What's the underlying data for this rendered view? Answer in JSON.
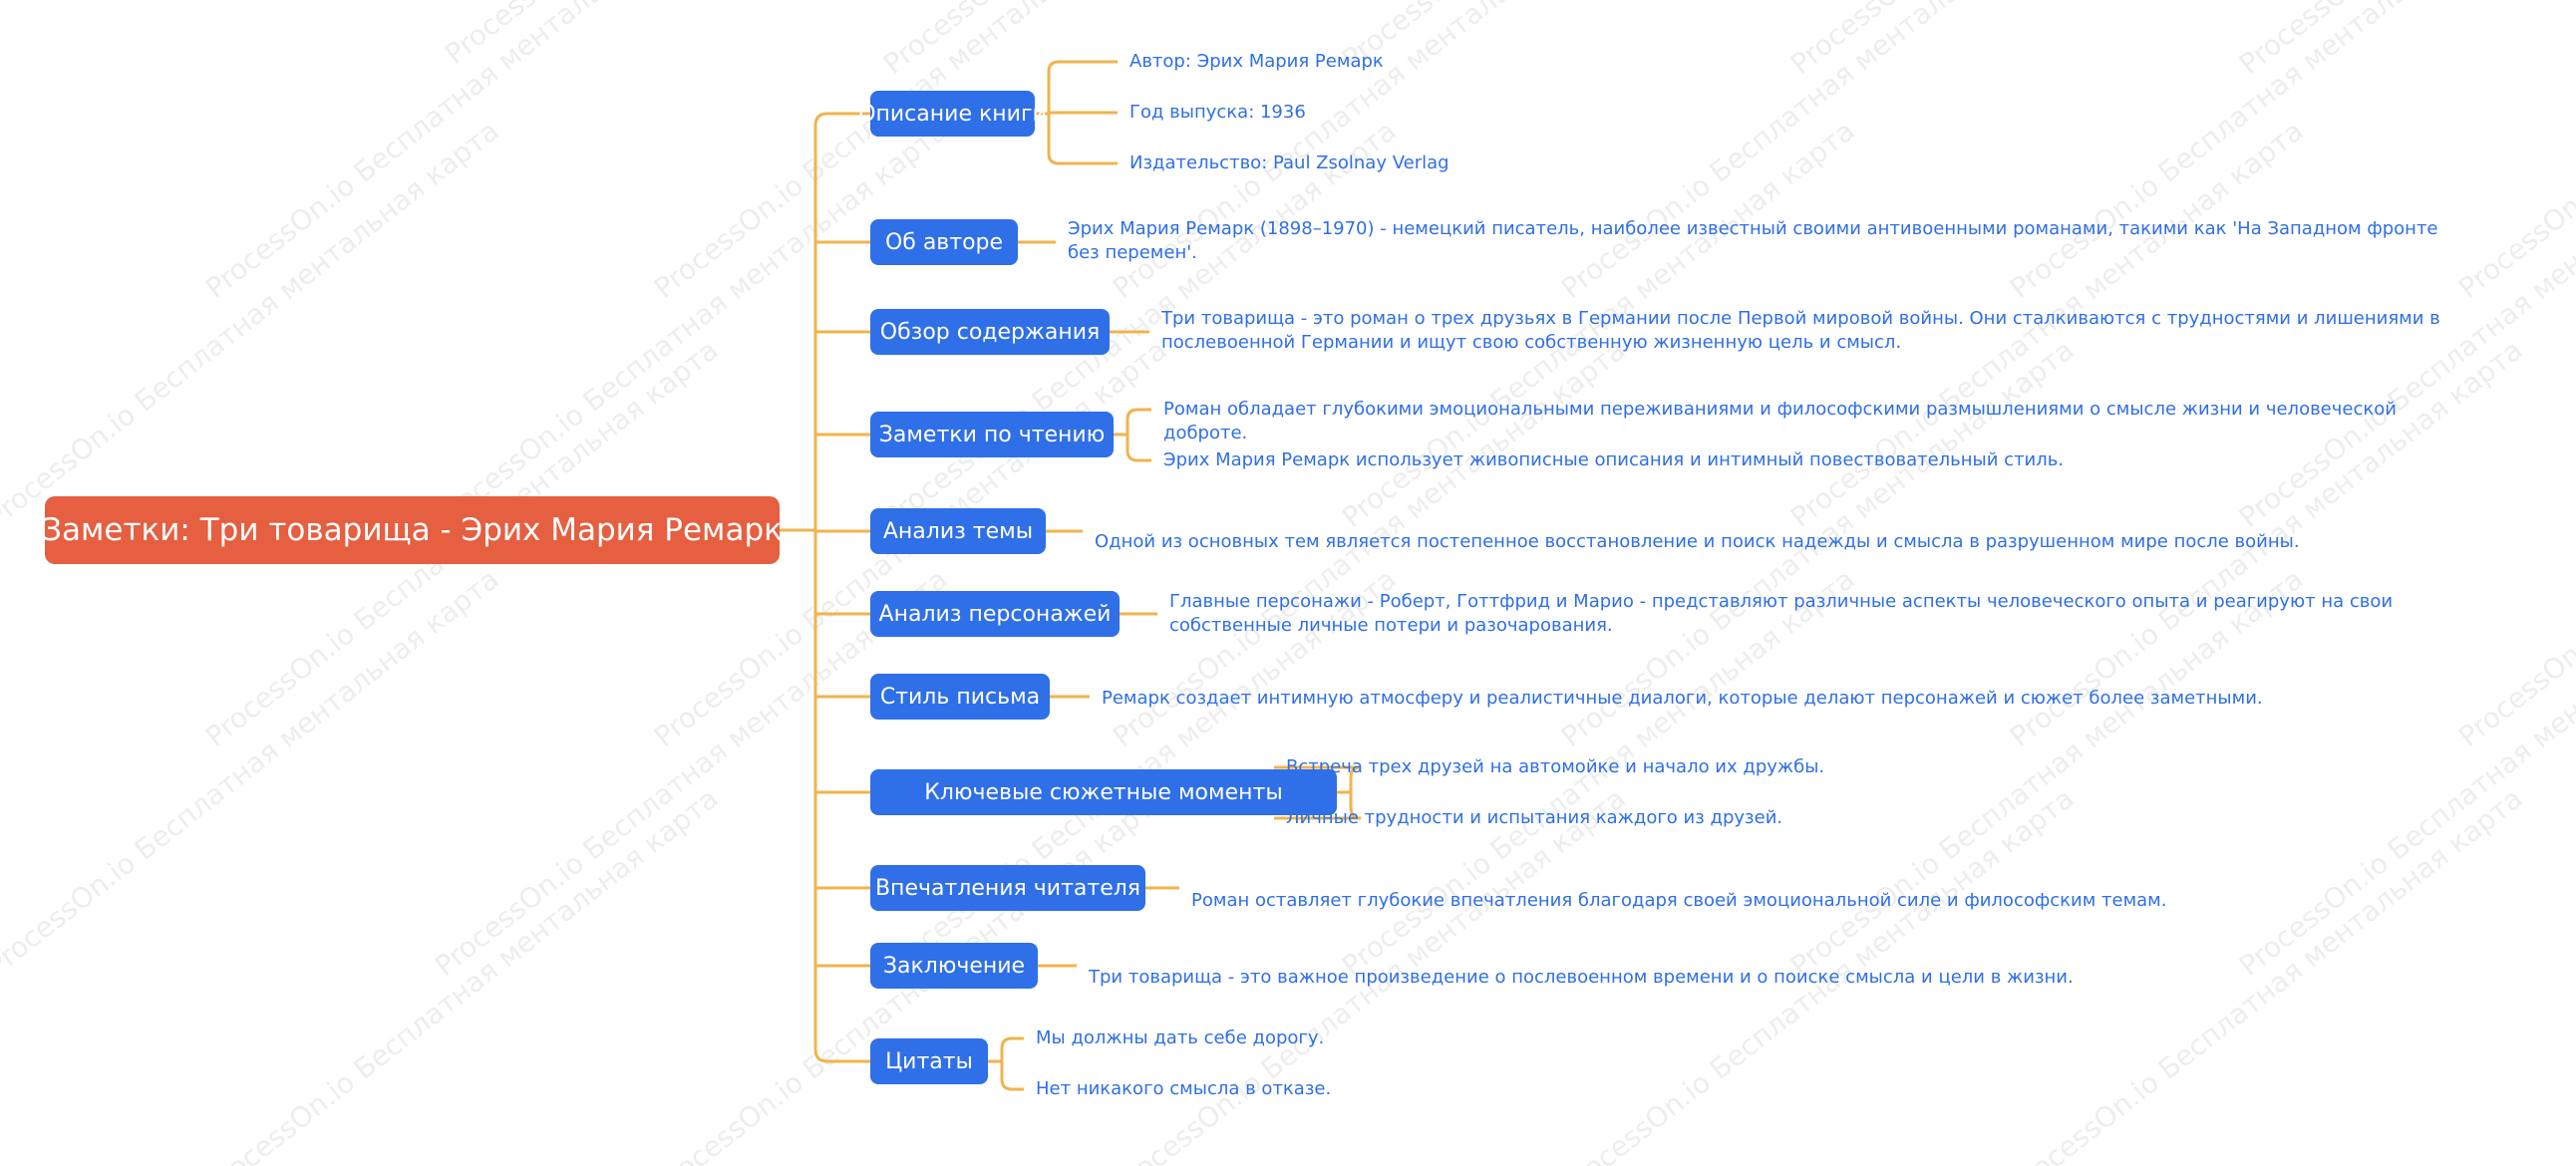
{
  "colors": {
    "root": "#E55F40",
    "branch": "#2F6FE8",
    "connector": "#F0B44C",
    "leaf_text": "#2F6FE8"
  },
  "watermark": "ProcessOn.io Бесплатная ментальная карта",
  "root": {
    "label": "Заметки: Три товарища - Эрих Мария Ремарк"
  },
  "branches": [
    {
      "label": "Описание книги",
      "leaves": [
        "Автор: Эрих Мария Ремарк",
        "Год выпуска: 1936",
        "Издательство: Paul Zsolnay Verlag"
      ]
    },
    {
      "label": "Об авторе",
      "leaves": [
        "Эрих Мария Ремарк (1898–1970) - немецкий писатель, наиболее известный своими антивоенными романами, такими как 'На Западном фронте без перемен'."
      ]
    },
    {
      "label": "Обзор содержания",
      "leaves": [
        "Три товарища - это роман о трех друзьях в Германии после Первой мировой войны. Они сталкиваются с трудностями и лишениями в послевоенной Германии и ищут свою собственную жизненную цель и смысл."
      ]
    },
    {
      "label": "Заметки по чтению",
      "leaves": [
        "Роман обладает глубокими эмоциональными переживаниями и философскими размышлениями о смысле жизни и человеческой доброте.",
        "Эрих Мария Ремарк использует живописные описания и интимный повествовательный стиль."
      ]
    },
    {
      "label": "Анализ темы",
      "leaves": [
        "Одной из основных тем является постепенное восстановление и поиск надежды и смысла в разрушенном мире после войны."
      ]
    },
    {
      "label": "Анализ персонажей",
      "leaves": [
        "Главные персонажи - Роберт, Готтфрид и Марио - представляют различные аспекты человеческого опыта и реагируют на свои собственные личные потери и разочарования."
      ]
    },
    {
      "label": "Стиль письма",
      "leaves": [
        "Ремарк создает интимную атмосферу и реалистичные диалоги, которые делают персонажей и сюжет более заметными."
      ]
    },
    {
      "label": "Ключевые сюжетные моменты",
      "leaves": [
        "Встреча трех друзей на автомойке и начало их дружбы.",
        "Личные трудности и испытания каждого из друзей."
      ]
    },
    {
      "label": "Впечатления читателя",
      "leaves": [
        "Роман оставляет глубокие впечатления благодаря своей эмоциональной силе и философским темам."
      ]
    },
    {
      "label": "Заключение",
      "leaves": [
        "Три товарища - это важное произведение о послевоенном времени и о поиске смысла и цели в жизни."
      ]
    },
    {
      "label": "Цитаты",
      "leaves": [
        "Мы должны дать себе дорогу.",
        "Нет никакого смысла в отказе."
      ]
    }
  ]
}
